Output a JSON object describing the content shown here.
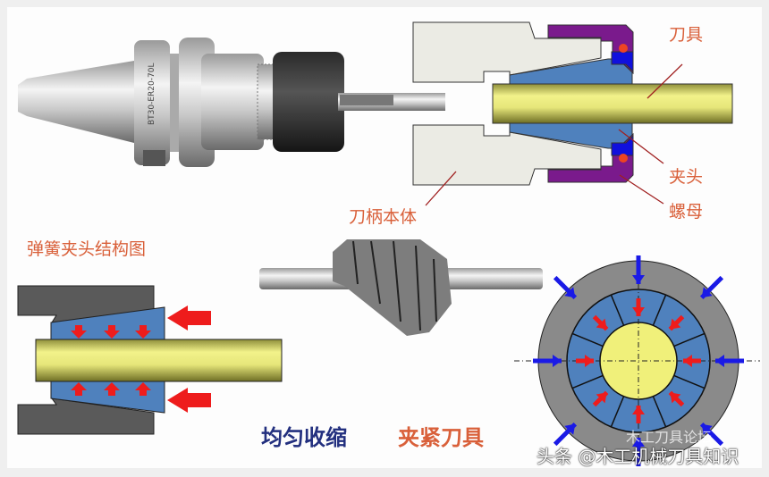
{
  "title": "弹簧夹头结构图",
  "labels": {
    "tool": "刀具",
    "collet": "夹头",
    "nut": "螺母",
    "holder_body": "刀柄本体"
  },
  "captions": {
    "shrink": "均匀收缩",
    "clamp": "夹紧刀具"
  },
  "holder_marking": "BT30-ER20-70L",
  "watermark": {
    "main": "头条 @木工机械刀具知识",
    "faint": "木工刀具论坛"
  },
  "colors": {
    "label_orange": "#d9603a",
    "caption_navy": "#23307f",
    "collet_blue": "#4f81bd",
    "nut_purple": "#7a1a8c",
    "tool_yellow": "#e6e67a",
    "arrow_red": "#ee1c1c",
    "arrow_blue": "#1a1ae6"
  }
}
